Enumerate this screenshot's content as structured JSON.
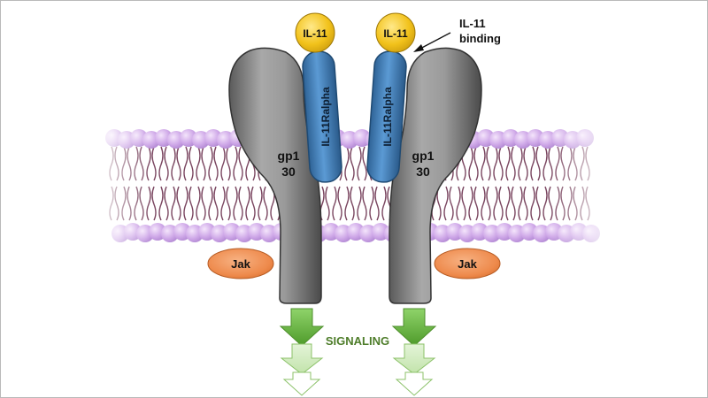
{
  "labels": {
    "il11_left": "IL-11",
    "il11_right": "IL-11",
    "binding_line1": "IL-11",
    "binding_line2": "binding",
    "alpha_left": "IL-11Ralpha",
    "alpha_right": "IL-11Ralpha",
    "gp130_left_line1": "gp1",
    "gp130_left_line2": "30",
    "gp130_right_line1": "gp1",
    "gp130_right_line2": "30",
    "jak_left": "Jak",
    "jak_right": "Jak",
    "signaling": "SIGNALING"
  },
  "colors": {
    "il11": "#f2c21b",
    "il11_alpha": "#3f7fbf",
    "gp130": "#8a8a8a",
    "jak": "#f08a4b",
    "membrane": "#c9a2e6",
    "signal_arrow": "#6db33f",
    "signaling_text": "#4e7d2a"
  }
}
